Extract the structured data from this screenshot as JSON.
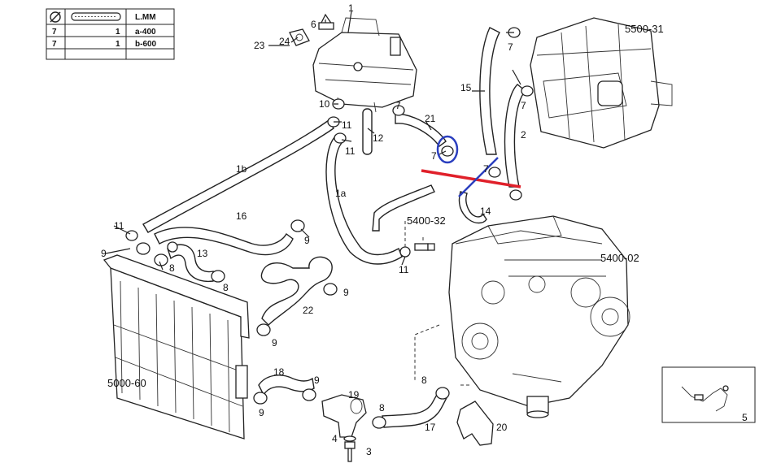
{
  "table": {
    "header": {
      "col3": "L.MM"
    },
    "rows": [
      {
        "diameter": "7",
        "qty": "1",
        "length": "a-400"
      },
      {
        "diameter": "7",
        "qty": "1",
        "length": "b-600"
      }
    ]
  },
  "group_codes": {
    "heater": "5500-31",
    "engine": "5400-02",
    "sensor_group": "5400-32",
    "radiator": "5000-60"
  },
  "callouts": {
    "c1": "1",
    "c1a": "1a",
    "c1b": "1b",
    "c2": "2",
    "c3": "3",
    "c4": "4",
    "c5": "5",
    "c6": "6",
    "c7": "7",
    "c8": "8",
    "c9": "9",
    "c10": "10",
    "c11": "11",
    "c12": "12",
    "c13": "13",
    "c14": "14",
    "c15": "15",
    "c16": "16",
    "c17": "17",
    "c18": "18",
    "c19": "19",
    "c20": "20",
    "c21": "21",
    "c22": "22",
    "c23": "23",
    "c24": "24"
  },
  "annotation_colors": {
    "red_line": "#e0202a",
    "blue_marks": "#2b3fbf"
  }
}
